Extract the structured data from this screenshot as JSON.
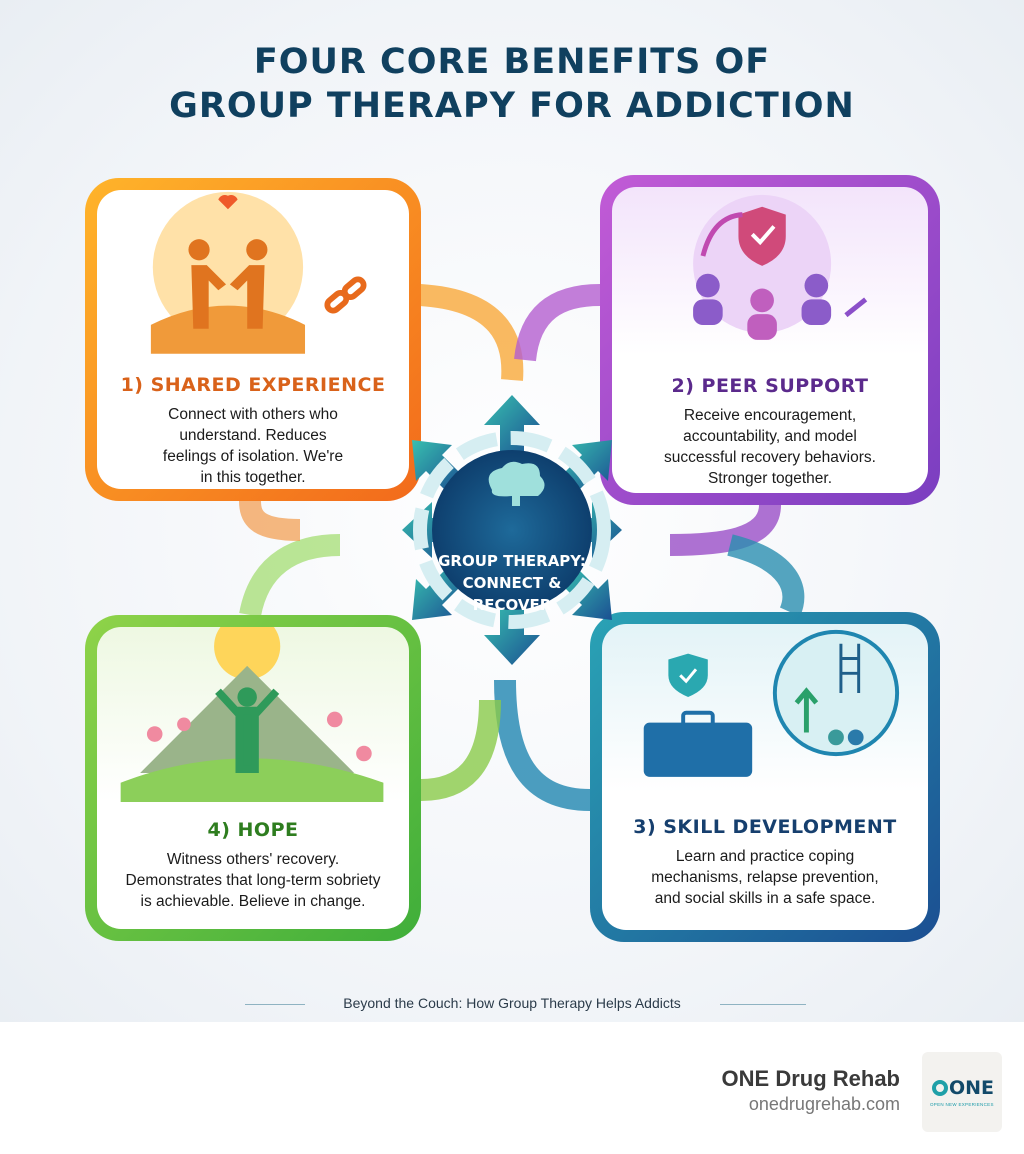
{
  "title": {
    "line1": "FOUR CORE BENEFITS OF",
    "line2": "GROUP THERAPY FOR ADDICTION"
  },
  "center": {
    "text": [
      "GROUP THERAPY:",
      "CONNECT &",
      "RECOVER"
    ],
    "icon": "brain-icon"
  },
  "cards": [
    {
      "heading": "1) SHARED EXPERIENCE",
      "color": "#d9621a",
      "lines": [
        "Connect with others who",
        "understand. Reduces",
        "feelings of isolation. We're",
        "in this together."
      ],
      "icon": "people-handshake-heart-icon"
    },
    {
      "heading": "2) PEER SUPPORT",
      "color": "#5b2a8c",
      "lines": [
        "Receive encouragement,",
        "accountability, and model",
        "successful recovery behaviors.",
        "Stronger together."
      ],
      "icon": "group-shield-icon"
    },
    {
      "heading": "3) SKILL DEVELOPMENT",
      "color": "#163f6e",
      "lines": [
        "Learn and practice coping",
        "mechanisms, relapse prevention,",
        "and social skills in a safe space."
      ],
      "icon": "toolbox-icon"
    },
    {
      "heading": "4) HOPE",
      "color": "#2e7d1f",
      "lines": [
        "Witness others' recovery.",
        "Demonstrates that long-term sobriety",
        "is achievable. Believe in change."
      ],
      "icon": "sunrise-mountain-icon"
    }
  ],
  "caption": "Beyond the Couch: How Group Therapy Helps Addicts",
  "footer": {
    "brand": "ONE Drug Rehab",
    "url": "onedrugrehab.com",
    "logo_text": "ONE",
    "logo_tagline": "OPEN NEW EXPERIENCES"
  }
}
